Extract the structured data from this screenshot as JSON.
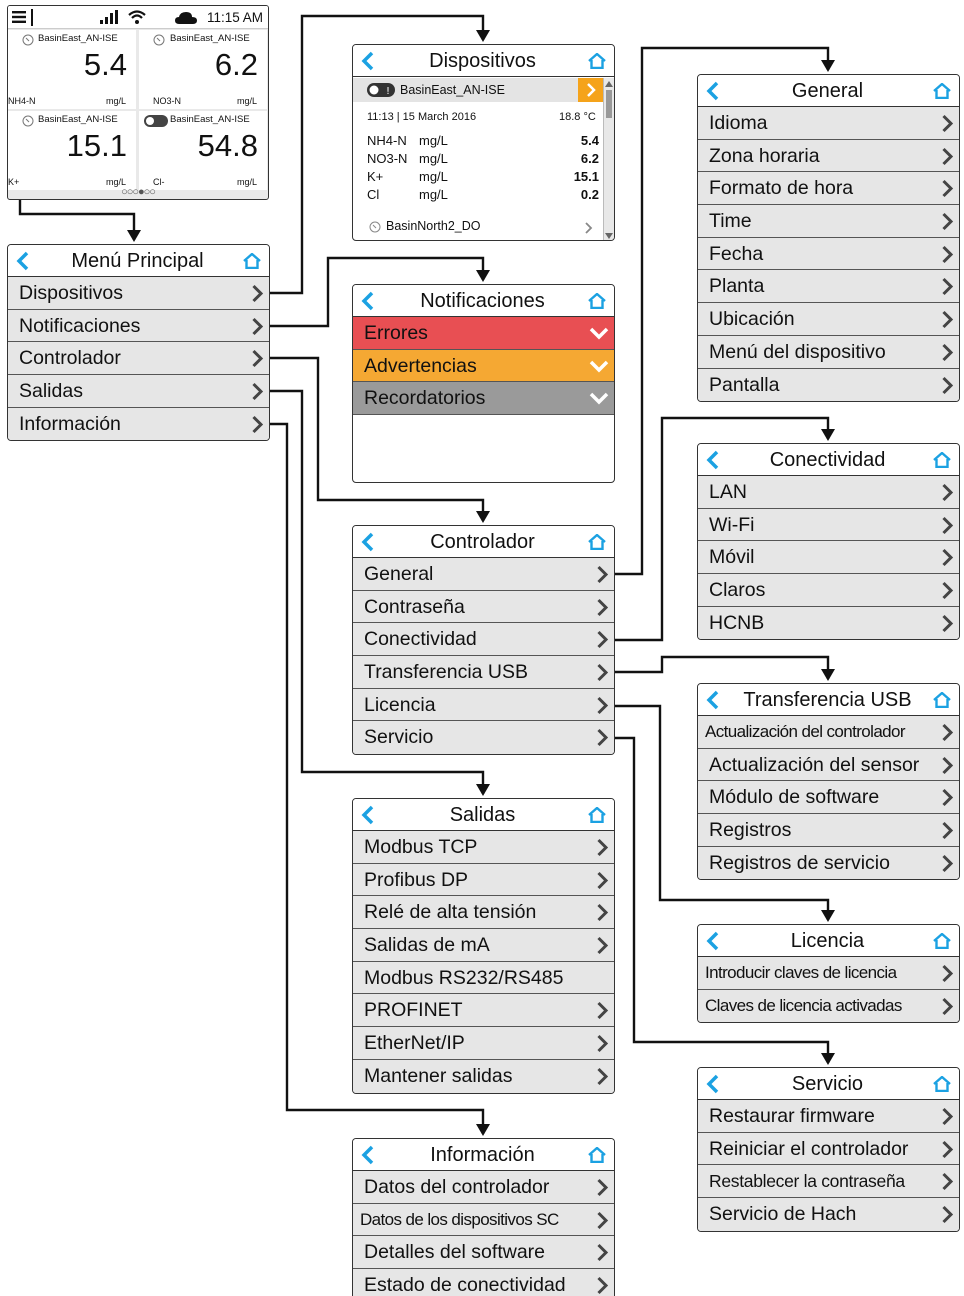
{
  "colors": {
    "accent_blue": "#1ba1e2",
    "error_red": "#e84f53",
    "warning_orange": "#f5a833",
    "reminder_gray": "#9a9a9a",
    "row_gray": "#e6e6e6",
    "device_go_orange": "#f5a31a"
  },
  "icons": {
    "back": "back-chevron-icon",
    "home": "home-icon",
    "row": "chevron-right-icon",
    "expand": "chevron-down-icon"
  },
  "phone": {
    "time": "11:15 AM",
    "page_dots": "○○○●○○",
    "tiles": [
      {
        "device": "BasinEast_AN-ISE",
        "value": "5.4",
        "parameter": "NH4-N",
        "unit": "mg/L"
      },
      {
        "device": "BasinEast_AN-ISE",
        "value": "6.2",
        "parameter": "NO3-N",
        "unit": "mg/L"
      },
      {
        "device": "BasinEast_AN-ISE",
        "value": "15.1",
        "parameter": "K+",
        "unit": "mg/L"
      },
      {
        "device": "BasinEast_AN-ISE",
        "value": "54.8",
        "parameter": "Cl-",
        "unit": "mg/L"
      }
    ]
  },
  "main_menu": {
    "title": "Menú Principal",
    "items": [
      "Dispositivos",
      "Notificaciones",
      "Controlador",
      "Salidas",
      "Información"
    ]
  },
  "dispositivos": {
    "title": "Dispositivos",
    "device": "BasinEast_AN-ISE",
    "timestamp": "11:13 | 15 March 2016",
    "temperature": "18.8 °C",
    "measurements": [
      {
        "parameter": "NH4-N",
        "unit": "mg/L",
        "value": "5.4"
      },
      {
        "parameter": "NO3-N",
        "unit": "mg/L",
        "value": "6.2"
      },
      {
        "parameter": "K+",
        "unit": "mg/L",
        "value": "15.1"
      },
      {
        "parameter": "Cl",
        "unit": "mg/L",
        "value": "0.2"
      }
    ],
    "next_device": "BasinNorth2_DO"
  },
  "notificaciones": {
    "title": "Notificaciones",
    "items": [
      "Errores",
      "Advertencias",
      "Recordatorios"
    ]
  },
  "controlador": {
    "title": "Controlador",
    "items": [
      "General",
      "Contraseña",
      "Conectividad",
      "Transferencia USB",
      "Licencia",
      "Servicio"
    ]
  },
  "salidas": {
    "title": "Salidas",
    "items": [
      {
        "label": "Modbus TCP",
        "chevron": true
      },
      {
        "label": "Profibus DP",
        "chevron": true
      },
      {
        "label": "Relé de alta tensión",
        "chevron": true
      },
      {
        "label": "Salidas de mA",
        "chevron": true
      },
      {
        "label": "Modbus RS232/RS485",
        "chevron": false
      },
      {
        "label": "PROFINET",
        "chevron": true
      },
      {
        "label": "EtherNet/IP",
        "chevron": true
      },
      {
        "label": "Mantener salidas",
        "chevron": true
      }
    ]
  },
  "informacion": {
    "title": "Información",
    "items": [
      "Datos del controlador",
      "Datos de los dispositivos SC",
      "Detalles del software",
      "Estado de conectividad"
    ]
  },
  "general": {
    "title": "General",
    "items": [
      "Idioma",
      "Zona horaria",
      "Formato de hora",
      "Time",
      "Fecha",
      "Planta",
      "Ubicación",
      "Menú del dispositivo",
      "Pantalla"
    ]
  },
  "conectividad": {
    "title": "Conectividad",
    "items": [
      "LAN",
      "Wi-Fi",
      "Móvil",
      "Claros",
      "HCNB"
    ]
  },
  "transferencia_usb": {
    "title": "Transferencia USB",
    "items": [
      "Actualización del controlador",
      "Actualización del sensor",
      "Módulo de software",
      "Registros",
      "Registros de servicio"
    ]
  },
  "licencia": {
    "title": "Licencia",
    "items": [
      "Introducir claves de licencia",
      "Claves de licencia activadas"
    ]
  },
  "servicio": {
    "title": "Servicio",
    "items": [
      "Restaurar firmware",
      "Reiniciar el controlador",
      "Restablecer la contraseña",
      "Servicio de Hach"
    ]
  }
}
